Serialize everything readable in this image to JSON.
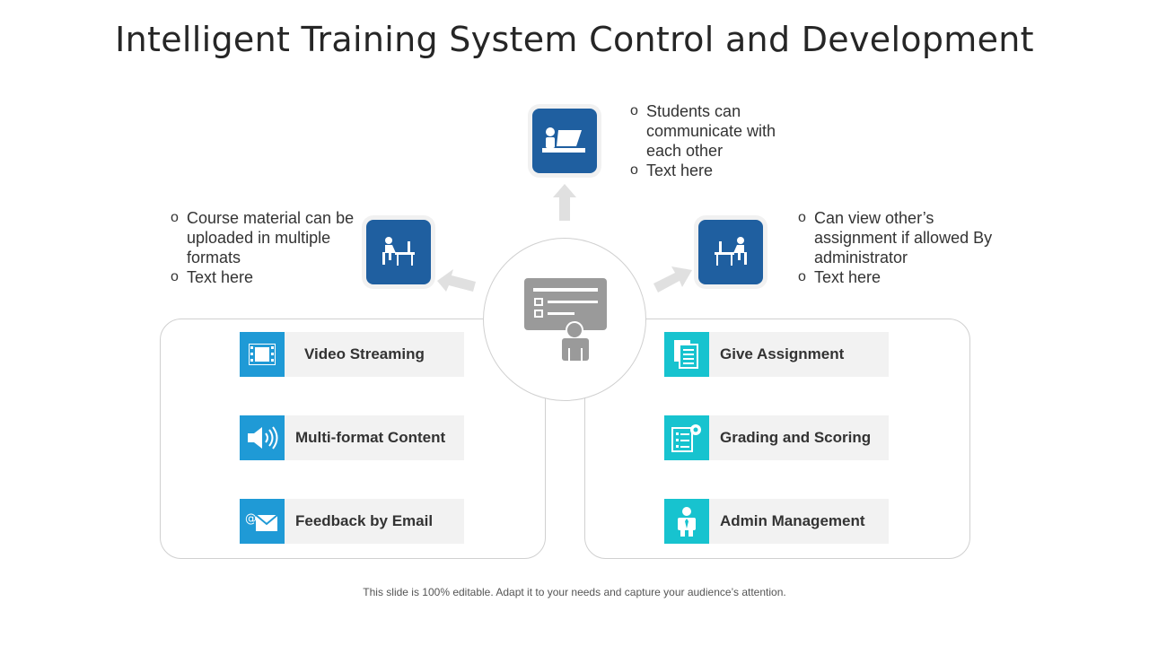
{
  "title": "Intelligent Training System Control and Development",
  "footer": "This slide is 100% editable. Adapt it to your needs and capture your audience’s attention.",
  "top_role": {
    "icon": "presenter-laptop-icon",
    "bullets": [
      "Students can communicate with each other",
      "Text here"
    ]
  },
  "left_role": {
    "icon": "student-desk-icon",
    "bullets": [
      "Course material can be uploaded in multiple formats",
      "Text here"
    ]
  },
  "right_role": {
    "icon": "student-desk-icon",
    "bullets": [
      "Can view other’s assignment if allowed By administrator",
      "Text here"
    ]
  },
  "center": {
    "icon": "presentation-board-icon"
  },
  "left_features": [
    {
      "label": "Video Streaming",
      "icon": "film-icon"
    },
    {
      "label": "Multi-format Content",
      "icon": "speaker-icon"
    },
    {
      "label": "Feedback by Email",
      "icon": "email-icon"
    }
  ],
  "right_features": [
    {
      "label": "Give Assignment",
      "icon": "documents-icon"
    },
    {
      "label": "Grading and Scoring",
      "icon": "checklist-gear-icon"
    },
    {
      "label": "Admin Management",
      "icon": "admin-person-icon"
    }
  ],
  "colors": {
    "role_box": "#1f5fa0",
    "left_icon_bg": "#1f9ad6",
    "right_icon_bg": "#17c3cf",
    "feature_bg": "#f2f2f2",
    "arrow": "#e0e0e0",
    "center_icon": "#9a9a9a"
  }
}
